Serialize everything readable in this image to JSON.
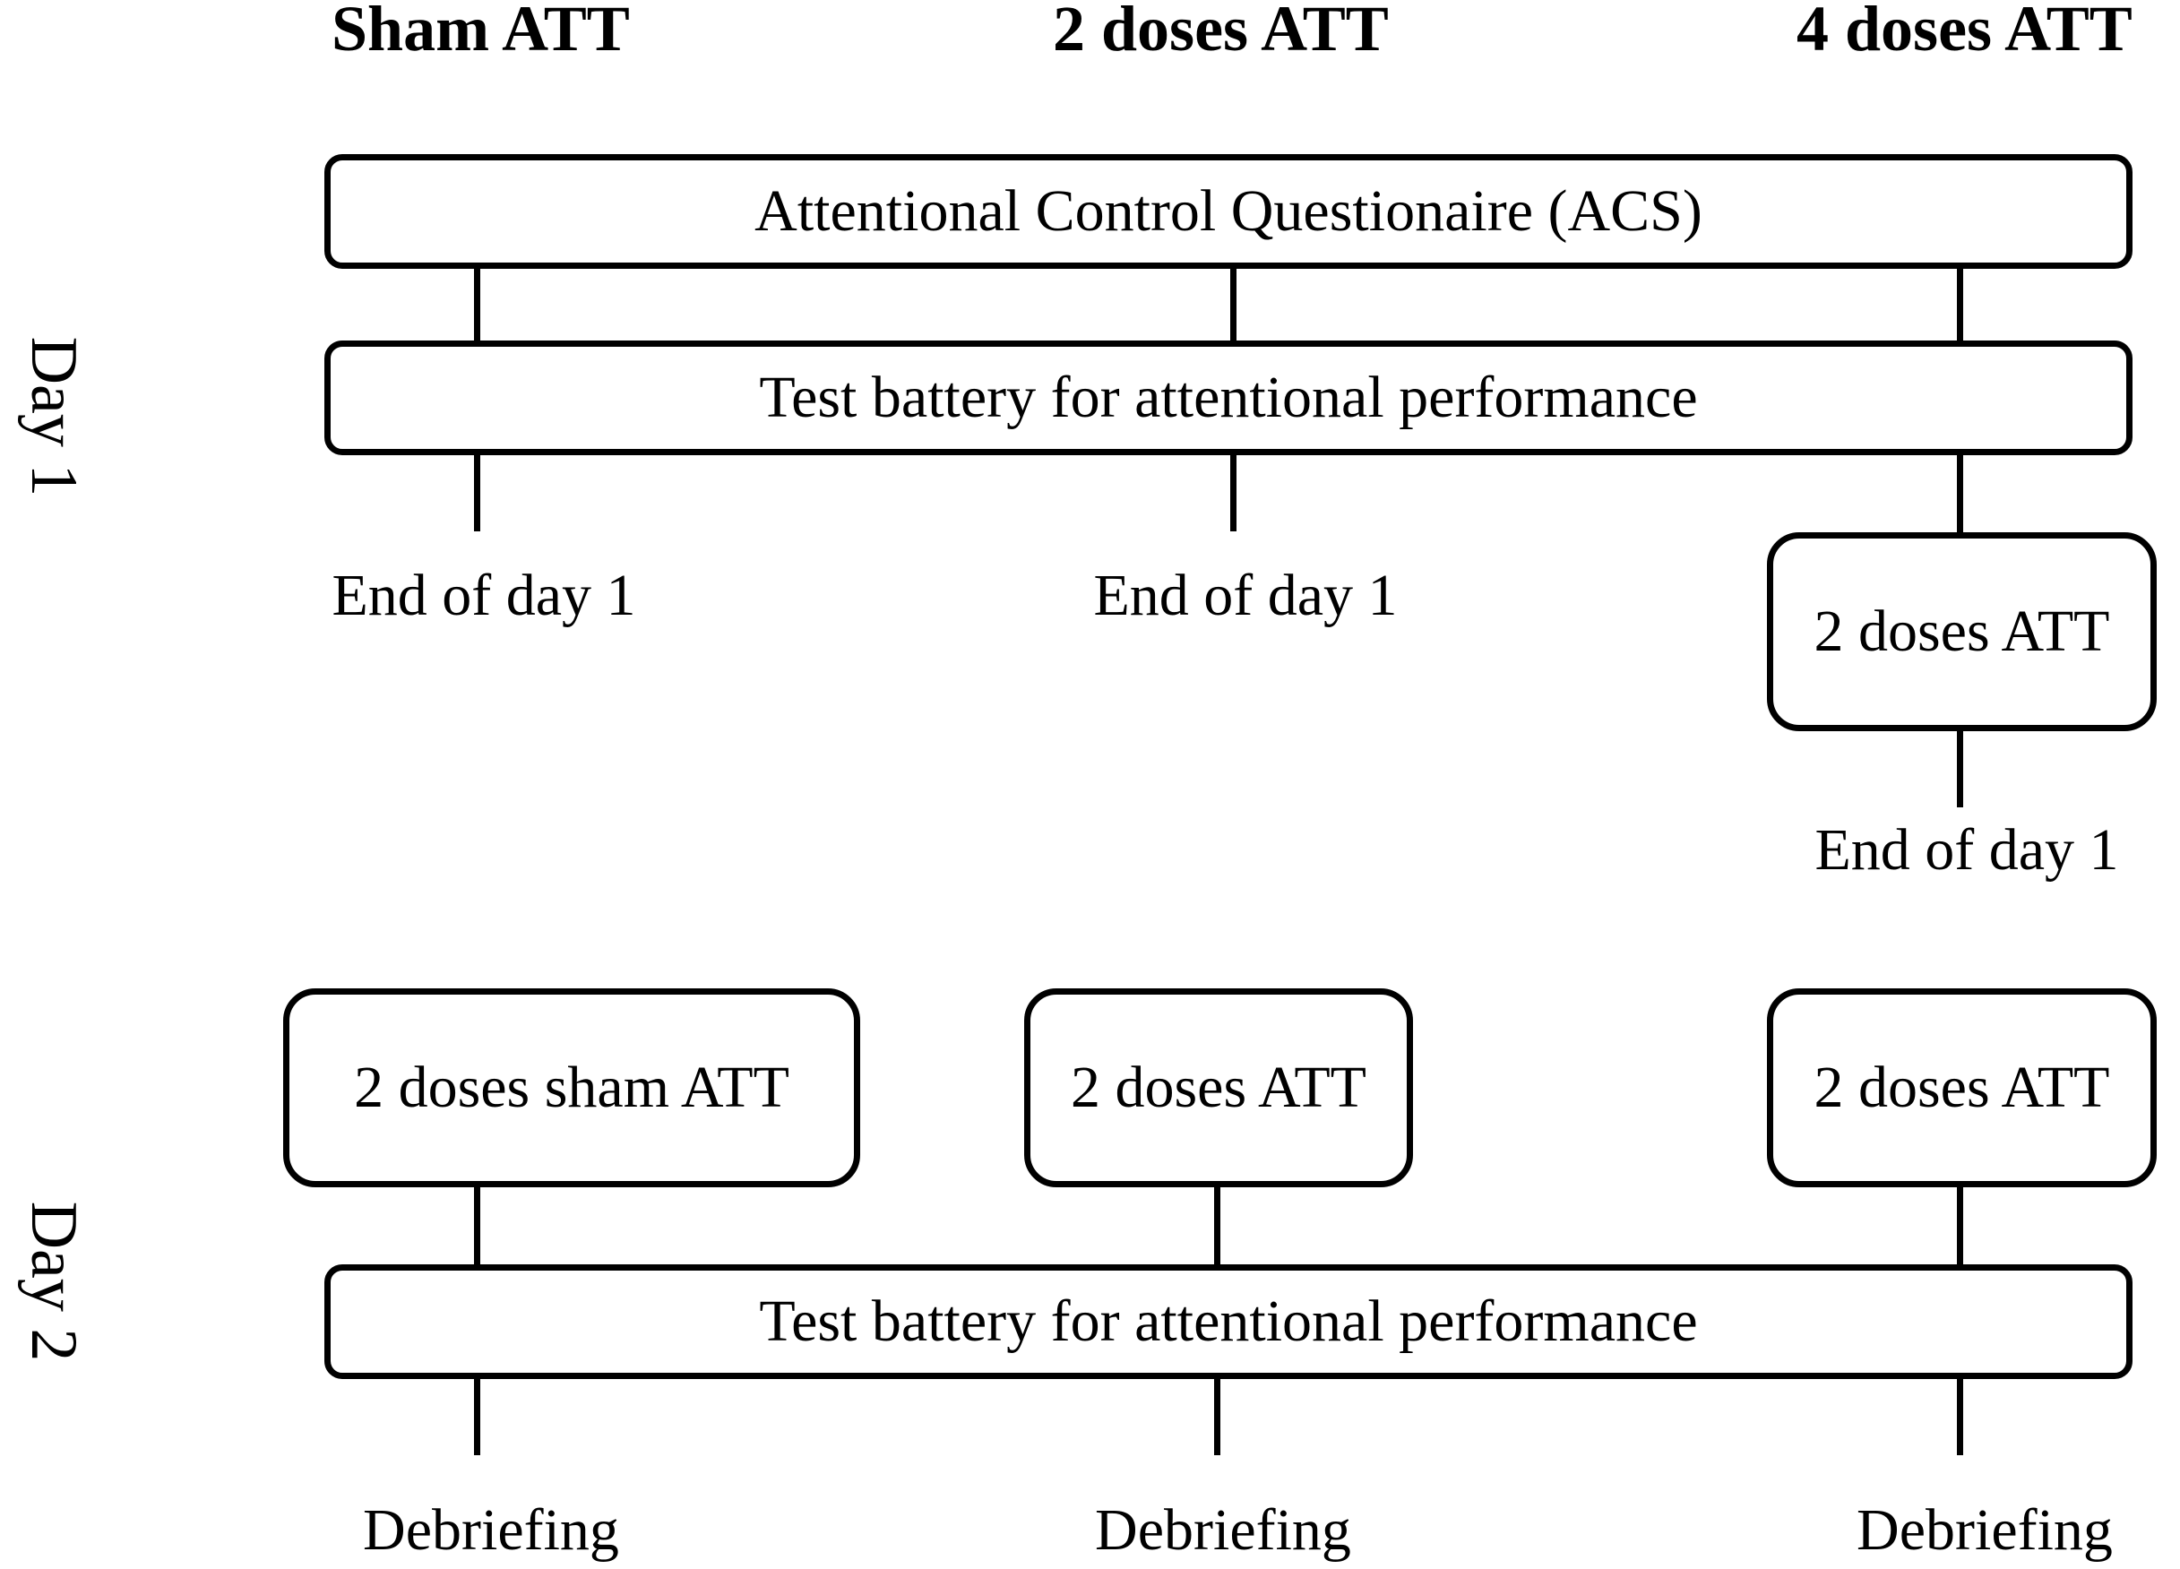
{
  "columns": {
    "sham": "Sham ATT",
    "two": "2 doses ATT",
    "four": "4 doses ATT"
  },
  "days": {
    "day1": "Day 1",
    "day2": "Day 2"
  },
  "day1": {
    "acs": "Attentional Control Questionaire (ACS)",
    "battery": "Test battery for attentional performance",
    "end_sham": "End of day 1",
    "end_two": "End of day 1",
    "extra_four": "2 doses ATT",
    "end_four": "End of day 1"
  },
  "day2": {
    "sham_box": "2 doses sham ATT",
    "two_box": "2 doses ATT",
    "four_box": "2 doses ATT",
    "battery": "Test battery for attentional performance",
    "debrief_sham": "Debriefing",
    "debrief_two": "Debriefing",
    "debrief_four": "Debriefing"
  },
  "colors": {
    "stroke": "#000000",
    "background": "#ffffff"
  }
}
